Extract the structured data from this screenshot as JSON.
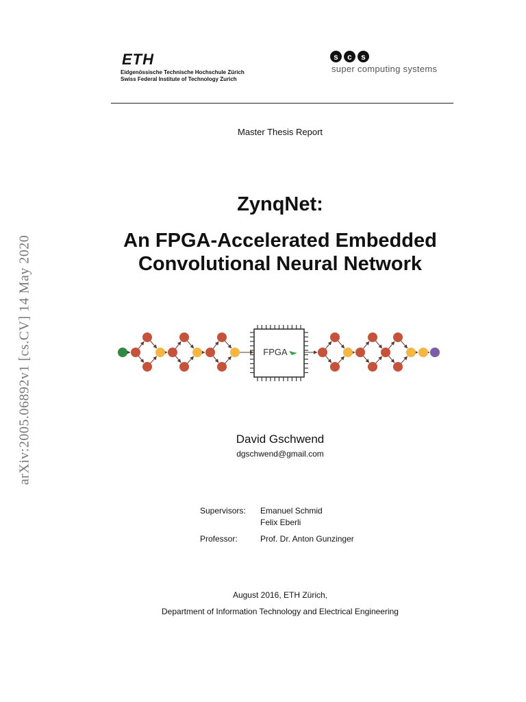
{
  "logos": {
    "eth": {
      "mark": "ETH",
      "line1": "Eidgenössische Technische Hochschule Zürich",
      "line2": "Swiss Federal Institute of Technology Zurich"
    },
    "scs": {
      "letters": [
        "s",
        "c",
        "s"
      ],
      "tagline": "super computing systems"
    }
  },
  "report_type": "Master Thesis Report",
  "title": {
    "main": "ZynqNet:",
    "line1": "An FPGA-Accelerated Embedded",
    "line2": "Convolutional Neural Network"
  },
  "figure": {
    "chip_label": "FPGA",
    "colors": {
      "input_node": "#2e8b3e",
      "hidden_node": "#c8513a",
      "merge_node": "#f5b642",
      "output_node": "#7b5ea7",
      "edge": "#5a3a30",
      "chip_border": "#333333",
      "chip_accent": "#3f9f4f"
    }
  },
  "author": {
    "name": "David Gschwend",
    "email": "dgschwend@gmail.com"
  },
  "supervision": {
    "supervisors_label": "Supervisors:",
    "supervisor1": "Emanuel Schmid",
    "supervisor2": "Felix Eberli",
    "professor_label": "Professor:",
    "professor": "Prof. Dr. Anton Gunzinger"
  },
  "footer": {
    "date_place": "August 2016, ETH Zürich,",
    "department": "Department of Information Technology and Electrical Engineering"
  },
  "arxiv_stamp": "arXiv:2005.06892v1  [cs.CV]  14 May 2020"
}
